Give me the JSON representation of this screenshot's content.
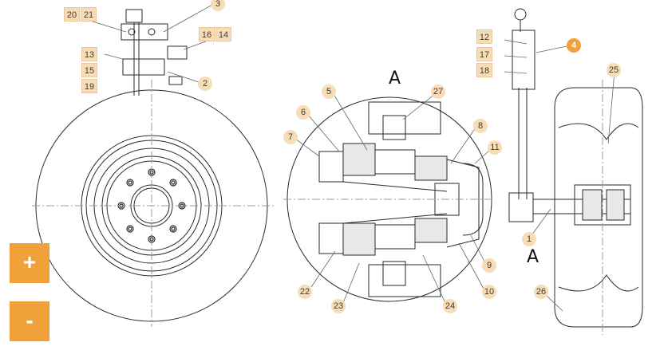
{
  "section_labels": {
    "top": "A",
    "bottom": "A"
  },
  "square_callouts": [
    "20",
    "21",
    "16",
    "14",
    "13",
    "15",
    "19",
    "12",
    "17",
    "18"
  ],
  "round_callouts": [
    "3",
    "2",
    "5",
    "27",
    "6",
    "7",
    "8",
    "11",
    "22",
    "23",
    "24",
    "10",
    "9",
    "1",
    "25",
    "26"
  ],
  "highlight_callout": "4",
  "zoom": {
    "in_label": "+",
    "out_label": "-"
  },
  "colors": {
    "accent": "#f0a13a",
    "callout_fill": "#f7dcb8",
    "line": "#333333"
  }
}
